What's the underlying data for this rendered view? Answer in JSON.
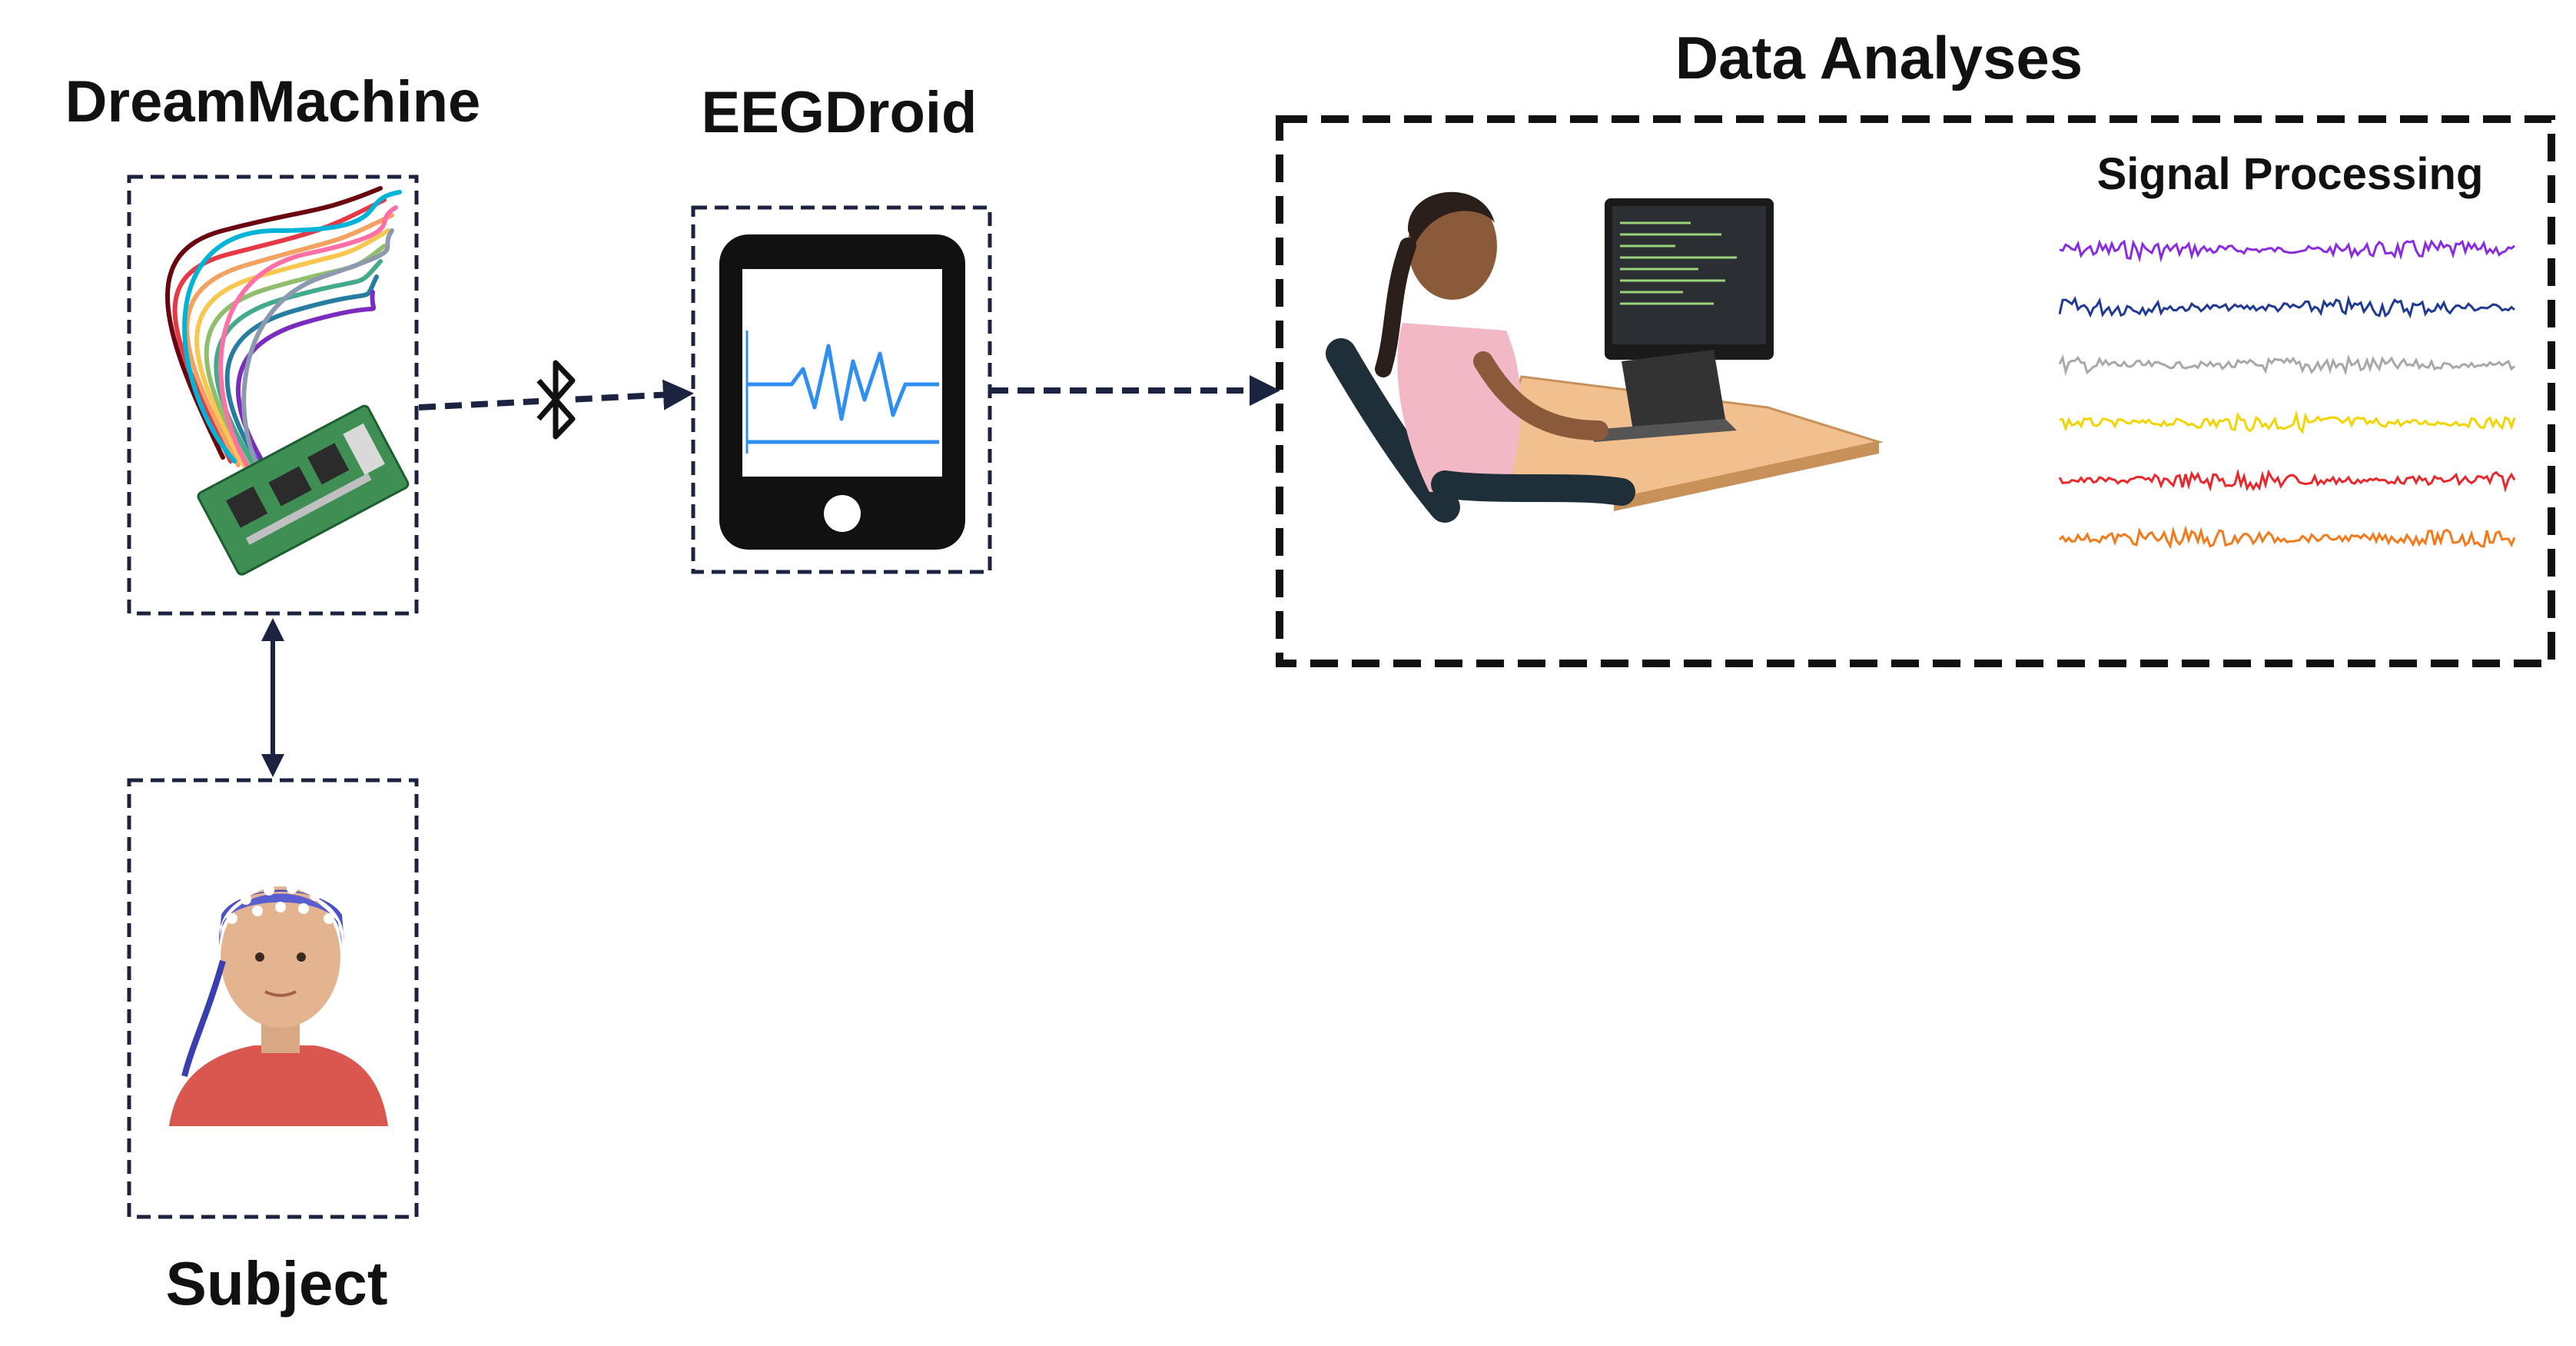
{
  "labels": {
    "dreammachine": "DreamMachine",
    "eegdroid": "EEGDroid",
    "data_analyses": "Data Analyses",
    "signal_processing": "Signal Processing",
    "subject": "Subject"
  },
  "icons": {
    "bluetooth": "bluetooth-icon",
    "tablet": "tablet-icon",
    "circuit_board": "circuit-board-icon",
    "subject": "person-eeg-cap-icon",
    "analyst": "person-at-computer-icon"
  },
  "colors": {
    "box_border": "#1c2340",
    "arrow": "#1c2340",
    "analyses_border": "#111111",
    "tablet_body": "#111111",
    "tablet_signal": "#2f8ff0"
  },
  "signals": [
    {
      "color": "#8a2be2"
    },
    {
      "color": "#1f3a93"
    },
    {
      "color": "#a8a8a8"
    },
    {
      "color": "#f2d500"
    },
    {
      "color": "#e8282b"
    },
    {
      "color": "#f27a1a"
    }
  ]
}
